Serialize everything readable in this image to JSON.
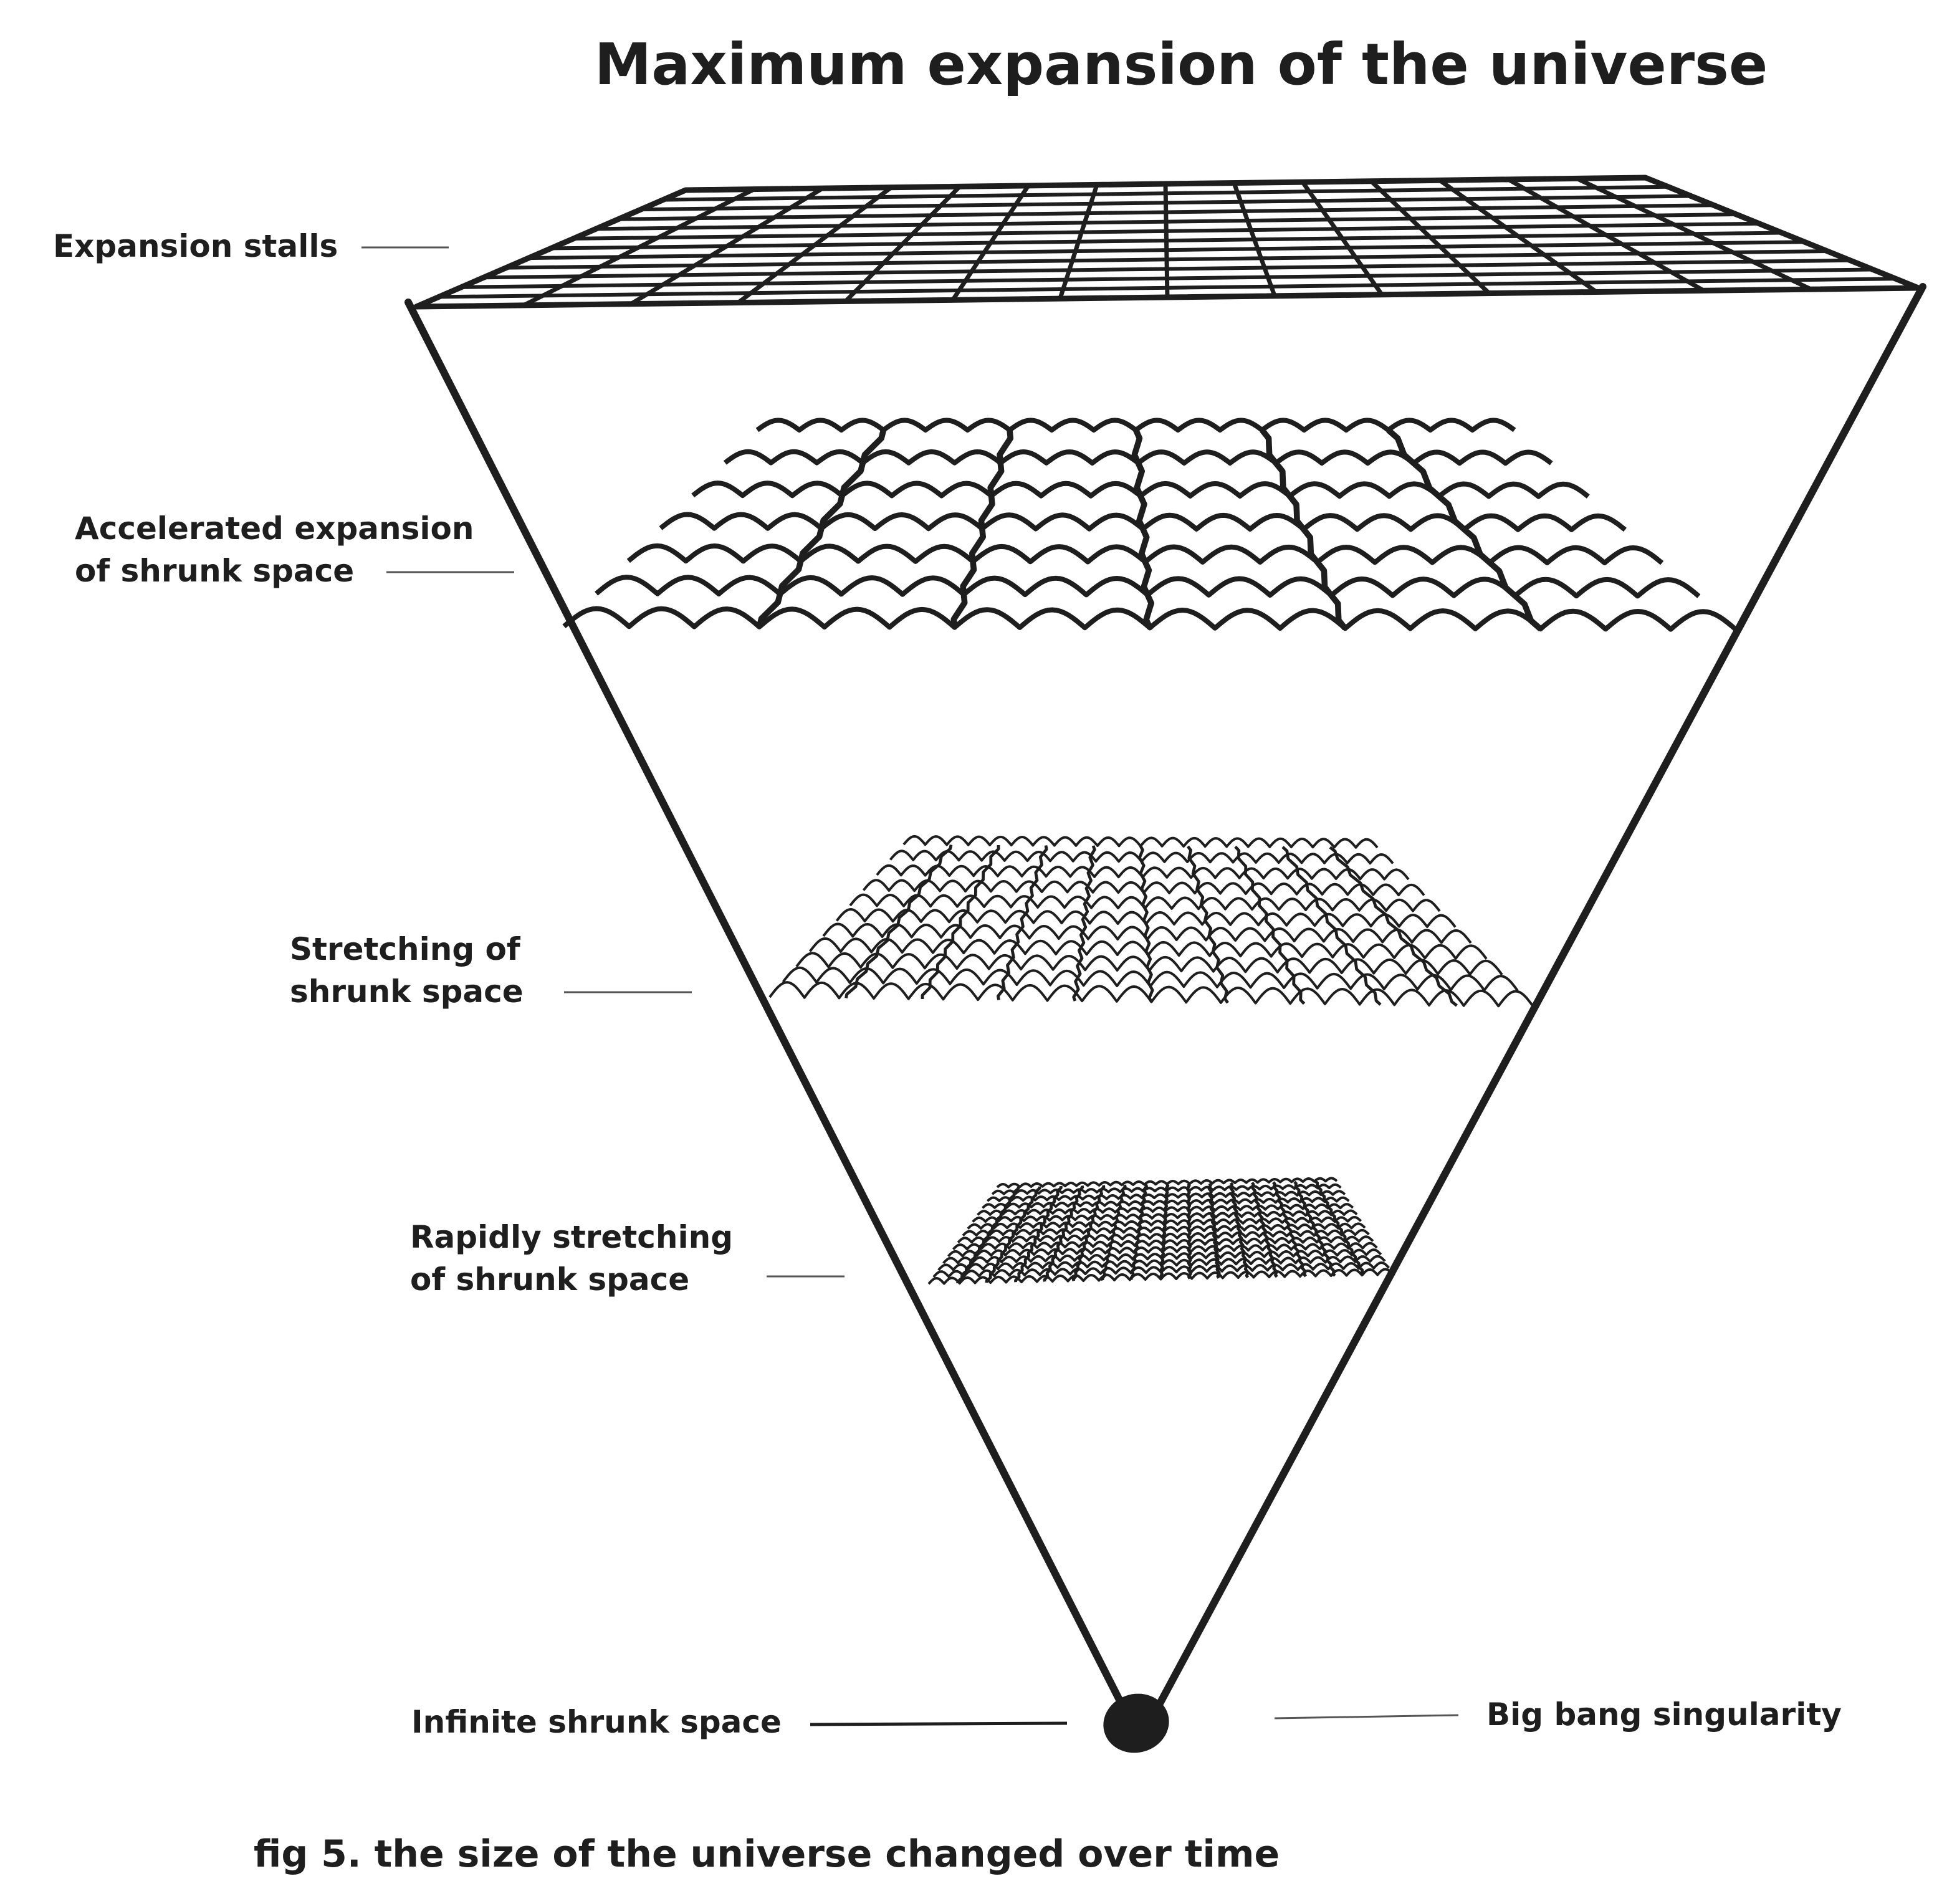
{
  "title": "Maximum expansion of the universe",
  "caption": "fig 5. the size of the universe changed over time",
  "labels": {
    "expansion_stalls": "Expansion stalls",
    "accelerated_line1": "Accelerated expansion",
    "accelerated_line2": "of shrunk space",
    "stretching_line1": "Stretching of",
    "stretching_line2": "shrunk space",
    "rapidly_line1": "Rapidly stretching",
    "rapidly_line2": "of shrunk space",
    "infinite": "Infinite shrunk space",
    "big_bang": "Big bang singularity"
  },
  "colors": {
    "ink": "#1e1e1e",
    "paper": "#ffffff"
  }
}
